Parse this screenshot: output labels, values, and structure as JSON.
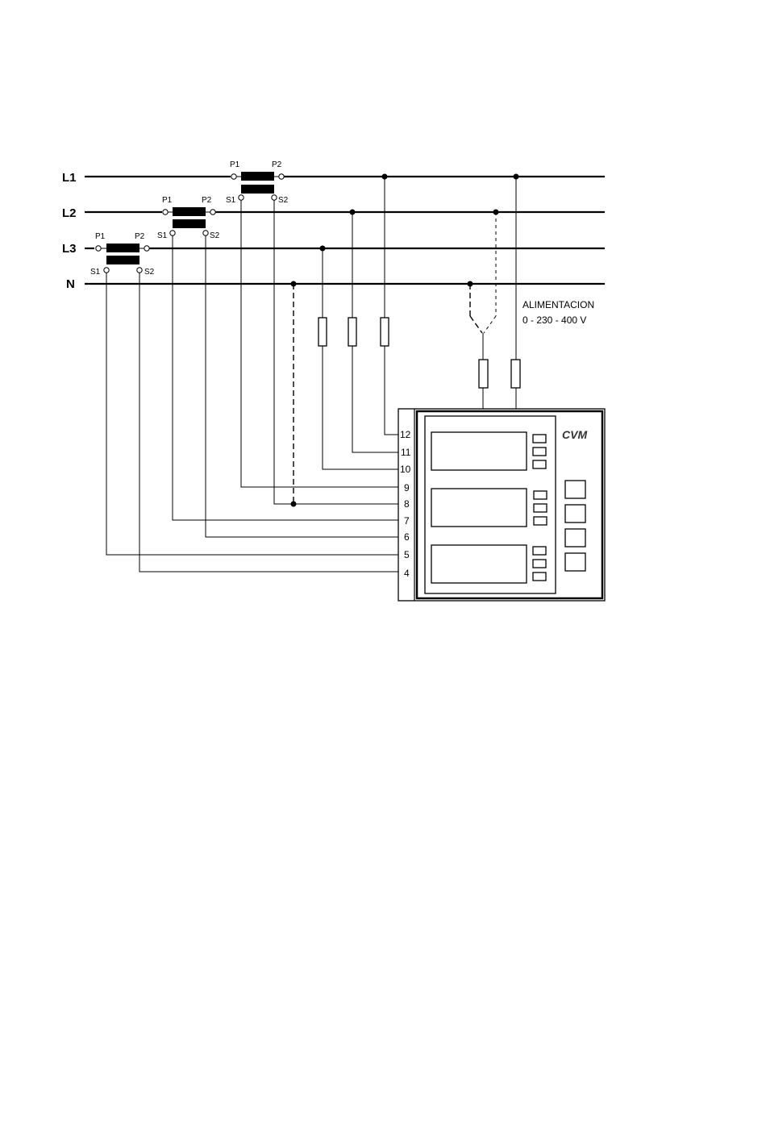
{
  "lines": [
    {
      "id": "L1",
      "label": "L1"
    },
    {
      "id": "L2",
      "label": "L2"
    },
    {
      "id": "L3",
      "label": "L3"
    },
    {
      "id": "N",
      "label": "N"
    }
  ],
  "current_transformers": [
    {
      "phase": "L1",
      "p1": "P1",
      "p2": "P2",
      "s1": "S1",
      "s2": "S2"
    },
    {
      "phase": "L2",
      "p1": "P1",
      "p2": "P2",
      "s1": "S1",
      "s2": "S2"
    },
    {
      "phase": "L3",
      "p1": "P1",
      "p2": "P2",
      "s1": "S1",
      "s2": "S2"
    }
  ],
  "supply": {
    "line1": "ALIMENTACION",
    "line2": "0 - 230 - 400 V"
  },
  "device": {
    "brand": "CVM"
  },
  "terminals": [
    "12",
    "11",
    "10",
    "9",
    "8",
    "7",
    "6",
    "5",
    "4"
  ]
}
